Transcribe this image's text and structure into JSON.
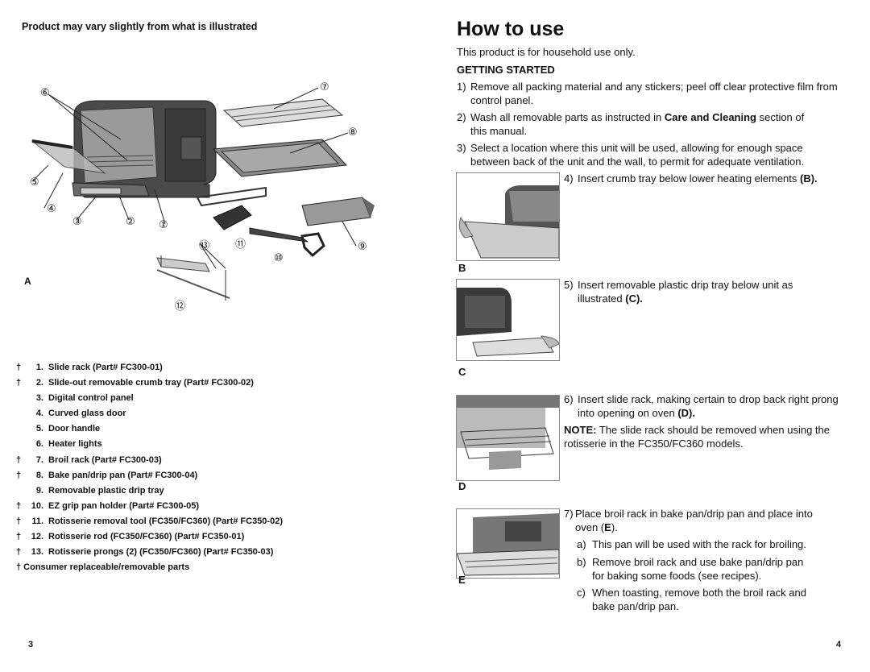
{
  "left_page": {
    "title": "Product may vary slightly from what is illustrated",
    "figure_label": "A",
    "callouts": [
      "⑥",
      "⑦",
      "⑧",
      "⑤",
      "④",
      "③",
      "②",
      "①",
      "⑬",
      "⑪",
      "⑨",
      "⑩",
      "⑫"
    ],
    "parts": [
      {
        "dagger": "†",
        "num": "1.",
        "text": "Slide rack (Part# FC300-01)"
      },
      {
        "dagger": "†",
        "num": "2.",
        "text": "Slide-out removable crumb tray (Part# FC300-02)"
      },
      {
        "dagger": "",
        "num": "3.",
        "text": "Digital control panel"
      },
      {
        "dagger": "",
        "num": "4.",
        "text": "Curved glass door"
      },
      {
        "dagger": "",
        "num": "5.",
        "text": "Door handle"
      },
      {
        "dagger": "",
        "num": "6.",
        "text": "Heater lights"
      },
      {
        "dagger": "†",
        "num": "7.",
        "text": "Broil rack (Part# FC300-03)"
      },
      {
        "dagger": "†",
        "num": "8.",
        "text": "Bake pan/drip pan (Part# FC300-04)"
      },
      {
        "dagger": "",
        "num": "9.",
        "text": "Removable plastic drip tray"
      },
      {
        "dagger": "†",
        "num": "10.",
        "text": "EZ grip pan holder (Part# FC300-05)"
      },
      {
        "dagger": "†",
        "num": "11.",
        "text": "Rotisserie removal tool (FC350/FC360) (Part# FC350-02)"
      },
      {
        "dagger": "†",
        "num": "12.",
        "text": "Rotisserie rod (FC350/FC360) (Part# FC350-01)"
      },
      {
        "dagger": "†",
        "num": "13.",
        "text": "Rotisserie prongs (2) (FC350/FC360) (Part# FC350-03)"
      }
    ],
    "footnote": "† Consumer replaceable/removable parts",
    "page_number": "3"
  },
  "right_page": {
    "heading": "How to use",
    "intro": "This product is for household use only.",
    "section": "GETTING STARTED",
    "step1": {
      "n": "1)",
      "text": "Remove all packing material and any stickers; peel off clear protective film from control panel."
    },
    "step2": {
      "n": "2)",
      "pre": "Wash all removable parts as instructed in ",
      "bold": "Care and Cleaning",
      "post": " section of this manual."
    },
    "step3": {
      "n": "3)",
      "text": "Select a location where this unit will be used, allowing for enough space between back of the unit and the wall, to permit for adequate ventilation."
    },
    "step4": {
      "n": "4)",
      "pre": "Insert crumb tray below lower heating elements ",
      "bold": "(B)."
    },
    "step5": {
      "n": "5)",
      "pre": "Insert removable plastic drip tray below unit as illustrated ",
      "bold": "(C)."
    },
    "step6": {
      "n": "6)",
      "pre": "Insert slide rack, making certain to drop back right prong into opening on oven ",
      "bold": "(D)."
    },
    "note": {
      "label": "NOTE:",
      "text": " The slide rack should be removed when using the rotisserie in the FC350/FC360 models."
    },
    "step7": {
      "n": "7)",
      "pre": "Place broil rack in bake pan/drip pan and place into oven (",
      "bold": "E",
      "post": ")."
    },
    "step7a": {
      "n": "a)",
      "text": "This pan will be used with the rack for broiling."
    },
    "step7b": {
      "n": "b)",
      "text": "Remove broil rack and use bake pan/drip pan for baking some foods (see recipes)."
    },
    "step7c": {
      "n": "c)",
      "text": "When toasting, remove both the broil rack and bake pan/drip pan."
    },
    "figure_labels": {
      "b": "B",
      "c": "C",
      "d": "D",
      "e": "E"
    },
    "page_number": "4"
  }
}
